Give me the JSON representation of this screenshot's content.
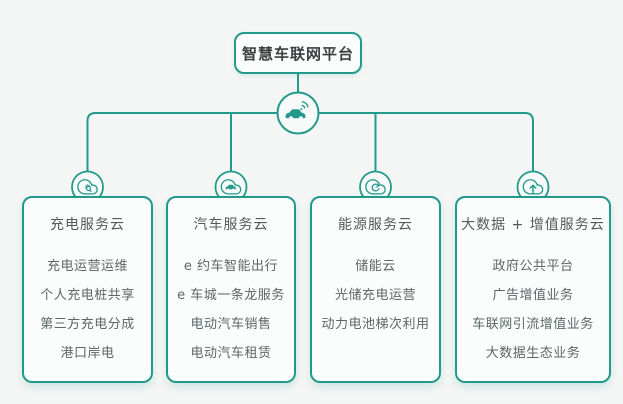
{
  "platform": {
    "title": "智慧车联网平台",
    "icon": "connected-car-icon"
  },
  "columns": [
    {
      "title": "充电服务云",
      "icon": "charging-cloud-icon",
      "items": [
        "充电运营运维",
        "个人充电桩共享",
        "第三方充电分成",
        "港口岸电"
      ]
    },
    {
      "title": "汽车服务云",
      "icon": "car-cloud-icon",
      "items": [
        "e 约车智能出行",
        "e 车城一条龙服务",
        "电动汽车销售",
        "电动汽车租赁"
      ]
    },
    {
      "title": "能源服务云",
      "icon": "energy-cloud-icon",
      "items": [
        "储能云",
        "光储充电运营",
        "动力电池梯次利用"
      ]
    },
    {
      "title": "大数据 + 增值服务云",
      "icon": "upload-cloud-icon",
      "items": [
        "政府公共平台",
        "广告增值业务",
        "车联网引流增值业务",
        "大数据生态业务"
      ]
    }
  ],
  "colors": {
    "accent": "#23998b",
    "background": "#f4f6f5",
    "box_fill": "#fbfdfc",
    "platform_title_text": "#3a4040",
    "branch_title_text": "#525b5a",
    "item_text": "#5c6766"
  }
}
